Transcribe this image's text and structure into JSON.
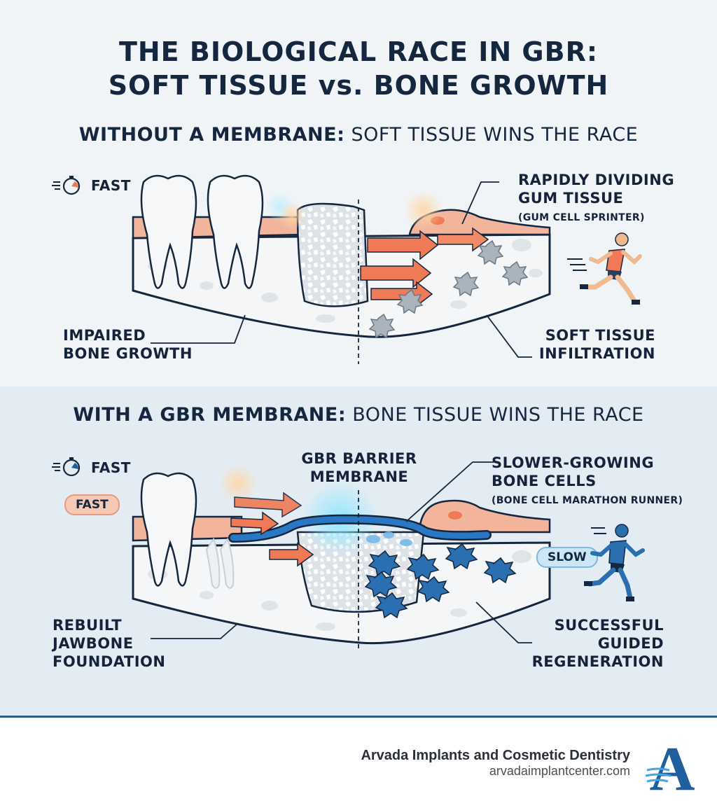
{
  "header": {
    "title_line1": "THE BIOLOGICAL RACE IN GBR:",
    "title_line2": "SOFT TISSUE vs. BONE GROWTH"
  },
  "panel_without": {
    "heading_bold": "WITHOUT A MEMBRANE:",
    "heading_rest": "SOFT TISSUE WINS THE RACE",
    "speed_label": "FAST",
    "callout_gum_line1": "RAPIDLY DIVIDING",
    "callout_gum_line2": "GUM TISSUE",
    "callout_gum_sub": "(GUM CELL SPRINTER)",
    "callout_bone_line1": "IMPAIRED",
    "callout_bone_line2": "BONE GROWTH",
    "callout_infil_line1": "SOFT TISSUE",
    "callout_infil_line2": "INFILTRATION"
  },
  "panel_with": {
    "heading_bold": "WITH A GBR MEMBRANE:",
    "heading_rest": "BONE TISSUE WINS THE RACE",
    "speed_label": "FAST",
    "fast_pill": "FAST",
    "slow_pill": "SLOW",
    "callout_membrane_line1": "GBR BARRIER",
    "callout_membrane_line2": "MEMBRANE",
    "callout_cells_line1": "SLOWER-GROWING",
    "callout_cells_line2": "BONE CELLS",
    "callout_cells_sub": "(BONE CELL MARATHON RUNNER)",
    "callout_rebuilt_line1": "REBUILT",
    "callout_rebuilt_line2": "JAWBONE",
    "callout_rebuilt_line3": "FOUNDATION",
    "callout_success_line1": "SUCCESSFUL",
    "callout_success_line2": "GUIDED",
    "callout_success_line3": "REGENERATION"
  },
  "footer": {
    "brand_name": "Arvada Implants and Cosmetic Dentistry",
    "brand_url": "arvadaimplantcenter.com",
    "logo_letter": "A"
  },
  "colors": {
    "navy": "#14273f",
    "gum": "#f2b59c",
    "arrow": "#ef7a55",
    "membrane": "#1f5f9e",
    "bone_cell": "#2a6fb0",
    "bone": "#f4f6f8"
  }
}
